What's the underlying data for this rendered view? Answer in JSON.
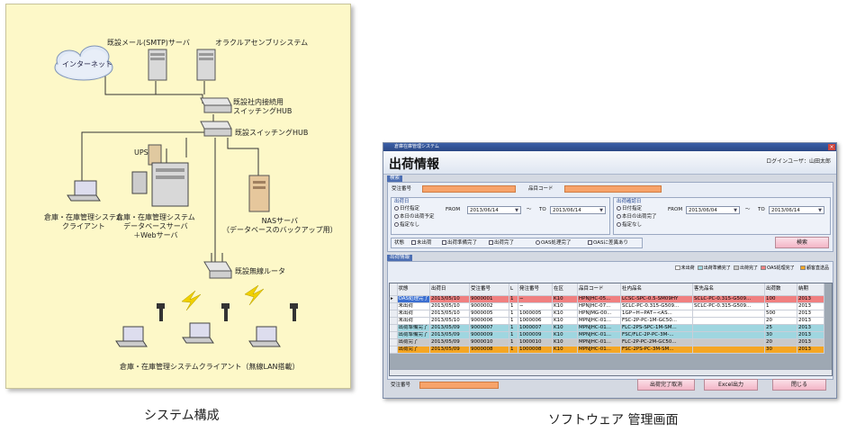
{
  "captions": {
    "left": "システム構成",
    "right": "ソフトウェア 管理画面"
  },
  "diagram": {
    "internet": "インターネット",
    "mail_server": "既設メール(SMTP)サーバ",
    "oracle": "オラクルアセンブリシステム",
    "inhouse_hub_line1": "既設社内接続用",
    "inhouse_hub_line2": "スイッチングHUB",
    "existing_hub": "既設スイッチングHUB",
    "ups": "UPS",
    "client": "倉庫・在庫管理システム\nクライアント",
    "server": "倉庫・在庫管理システム\nデータベースサーバ\n＋Webサーバ",
    "nas": "NASサーバ\n（データベースのバックアップ用）",
    "router": "既設無線ルータ",
    "wireless_clients": "倉庫・在庫管理システムクライアント（無線LAN搭載）"
  },
  "app": {
    "window_title": "倉庫在庫管理システム",
    "close_glyph": "×",
    "screen_title": "出荷情報",
    "login": "ログインユーザ：山田太郎",
    "search_section": "検索",
    "order_no_label": "受注番号",
    "item_code_label": "品目コード",
    "ship_date": {
      "title": "出荷日",
      "options": [
        "日付指定",
        "本日の出荷予定",
        "指定なし"
      ],
      "from_label": "FROM",
      "from": "2013/06/14",
      "tilde": "〜",
      "to_label": "TO",
      "to": "2013/06/14"
    },
    "confirm_date": {
      "title": "出荷確認日",
      "options": [
        "日付指定",
        "本日の出荷完了",
        "指定なし"
      ],
      "from_label": "FROM",
      "from": "2013/06/04",
      "tilde": "〜",
      "to_label": "TO",
      "to": "2013/06/14"
    },
    "status_label": "状態",
    "status_options": [
      "未出荷",
      "出荷準備完了",
      "出荷完了",
      "OAS処理完了",
      "OASに差異あり"
    ],
    "search_button": "検索",
    "info_section": "出荷情報",
    "legend": [
      {
        "label": "未出荷",
        "color": "#ffffff"
      },
      {
        "label": "出荷準備完了",
        "color": "#9fd6e0"
      },
      {
        "label": "出荷完了",
        "color": "#c9c9c9"
      },
      {
        "label": "OAS処理完了",
        "color": "#f08080"
      },
      {
        "label": "顧客直送品",
        "color": "#f5a623"
      }
    ],
    "columns": [
      "状態",
      "出荷日",
      "受注番号",
      "L",
      "発注番号",
      "在区",
      "品目コード",
      "社内品名",
      "客先品名",
      "出荷数",
      "納期"
    ],
    "rows": [
      {
        "cells": [
          "OAS処理完了",
          "2013/05/10",
          "9000001",
          "1",
          "−",
          "K10",
          "HPNJHC-05...",
          "LCSC-SPC-0.5-SM09HY",
          "SCLC-PC-0.315-G509...",
          "100",
          "2013"
        ],
        "color": "#f08080"
      },
      {
        "cells": [
          "未出荷",
          "2013/05/10",
          "9000002",
          "1",
          "−",
          "K10",
          "HPNJHC-07...",
          "SCLC-PC-0.315-G509...",
          "SCLC-PC-0.315-G509...",
          "1",
          "2013"
        ],
        "color": "#ffffff"
      },
      {
        "cells": [
          "未出荷",
          "2013/05/10",
          "9000005",
          "1",
          "1000005",
          "K10",
          "HPNJMG-00...",
          "1GP−H−PAT−<AS...",
          "",
          "500",
          "2013"
        ],
        "color": "#ffffff"
      },
      {
        "cells": [
          "未出荷",
          "2013/05/10",
          "9000006",
          "1",
          "1000006",
          "K10",
          "MPNJHC-01...",
          "FSC-2P-PC-1M-GC50...",
          "",
          "20",
          "2013"
        ],
        "color": "#ffffff"
      },
      {
        "cells": [
          "出荷準備完了",
          "2013/05/09",
          "9000007",
          "1",
          "1000007",
          "K10",
          "MPNJHC-01...",
          "FLC-2PS-SPC-1M-SM...",
          "",
          "25",
          "2013"
        ],
        "color": "#9fd6e0"
      },
      {
        "cells": [
          "出荷準備完了",
          "2013/05/09",
          "9000009",
          "1",
          "1000009",
          "K10",
          "MPNJHC-01...",
          "FSC/FLC-2P-PC-3M-...",
          "",
          "30",
          "2013"
        ],
        "color": "#9fd6e0"
      },
      {
        "cells": [
          "出荷完了",
          "2013/05/09",
          "9000010",
          "1",
          "1000010",
          "K10",
          "MPNJHC-01...",
          "FLC-2P-PC-2M-GC50...",
          "",
          "20",
          "2013"
        ],
        "color": "#c9c9c9"
      },
      {
        "cells": [
          "出荷完了",
          "2013/05/09",
          "9000008",
          "1",
          "1000008",
          "K10",
          "MPNJHC-01...",
          "FSC-2PS-PC-3M-SM...",
          "",
          "30",
          "2013"
        ],
        "color": "#f5a623"
      }
    ],
    "footer_order_label": "受注番号",
    "buttons": {
      "cancel_ship": "出荷完了取消",
      "excel": "Excel出力",
      "close": "閉じる"
    }
  }
}
